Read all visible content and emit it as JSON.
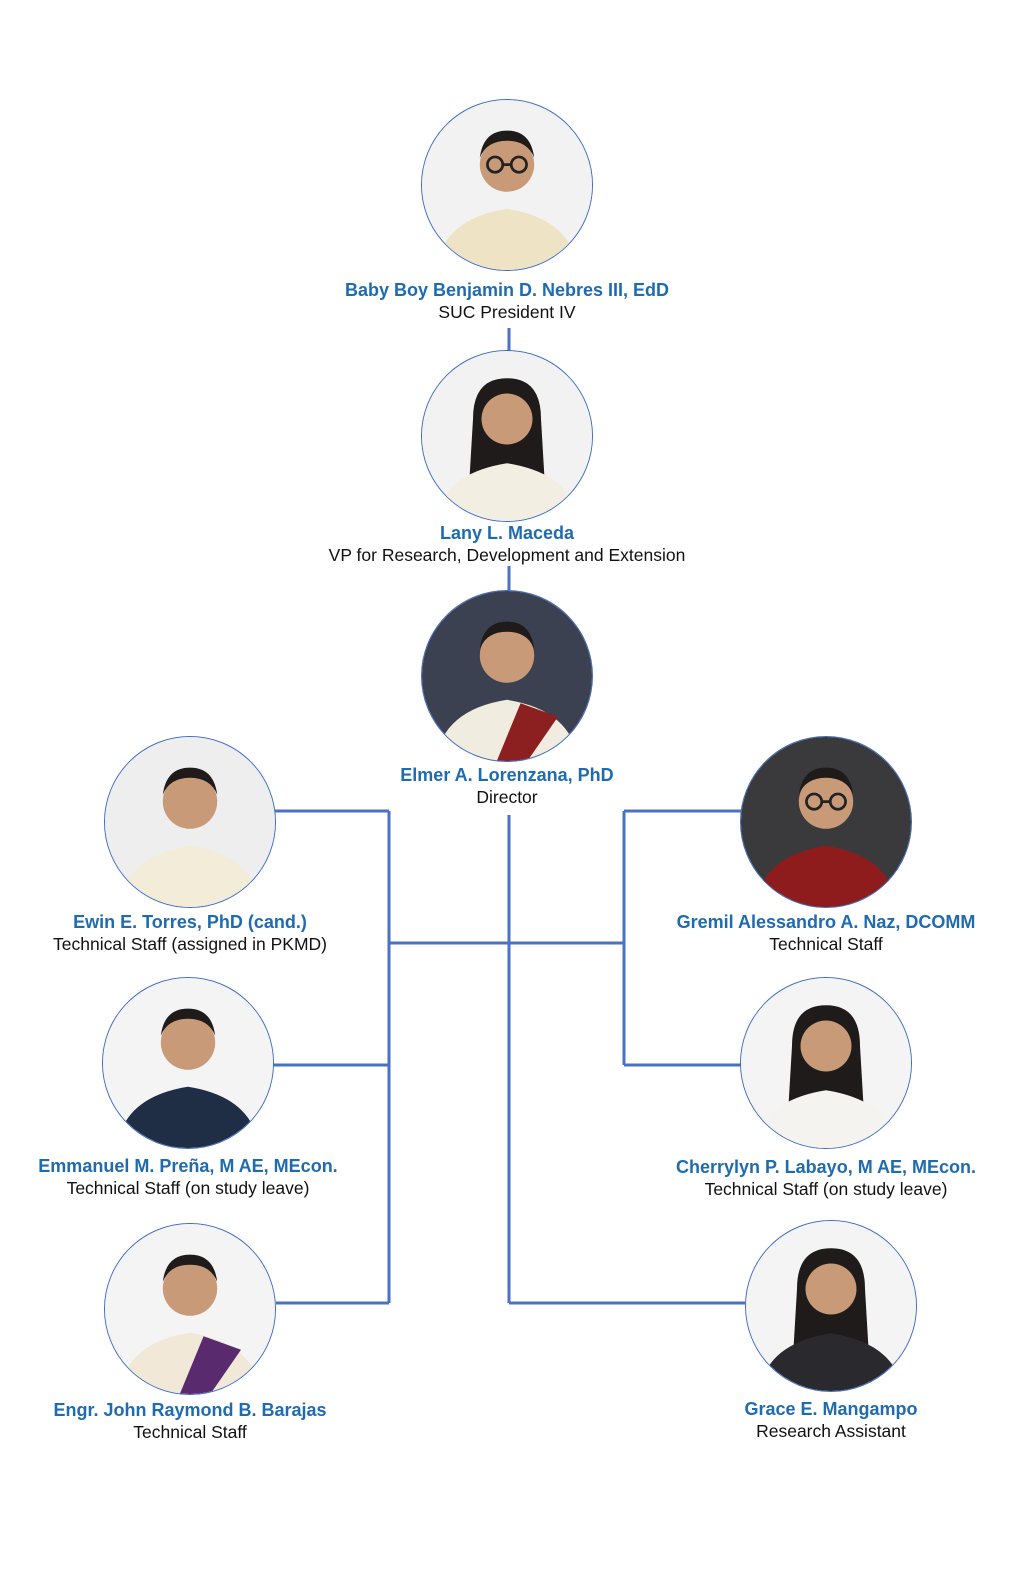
{
  "colors": {
    "name_text": "#1f6bb0",
    "connector": "#4a72c4",
    "photo_border": "#3d6bc4"
  },
  "people": [
    {
      "id": "president",
      "name": "Baby Boy Benjamin D. Nebres III, EdD",
      "title": "SUC President IV",
      "photo_icon": "portrait-man-glasses",
      "shirt": "#efe3c6",
      "backdrop": "#f2f2f2"
    },
    {
      "id": "vp",
      "name": "Lany L. Maceda",
      "title": "VP for Research, Development and Extension",
      "photo_icon": "portrait-woman",
      "shirt": "#f3eee2",
      "backdrop": "#f2f2f2"
    },
    {
      "id": "director",
      "name": "Elmer A. Lorenzana, PhD",
      "title": "Director",
      "photo_icon": "portrait-man-sash",
      "shirt": "#f1ece0",
      "backdrop": "#3b4150"
    },
    {
      "id": "torres",
      "name": "Ewin E. Torres, PhD (cand.)",
      "title": "Technical Staff (assigned in PKMD)",
      "photo_icon": "portrait-man",
      "shirt": "#f3ecd8",
      "backdrop": "#eeeeee"
    },
    {
      "id": "prena",
      "name": "Emmanuel M. Preña, M AE, MEcon.",
      "title": "Technical Staff (on study leave)",
      "photo_icon": "portrait-man",
      "shirt": "#1f2e44",
      "backdrop": "#f4f4f4"
    },
    {
      "id": "barajas",
      "name": "Engr. John Raymond B. Barajas",
      "title": "Technical Staff",
      "photo_icon": "portrait-man-sash",
      "shirt": "#f1e8d8",
      "backdrop": "#f4f4f4"
    },
    {
      "id": "naz",
      "name": "Gremil Alessandro A. Naz, DCOMM",
      "title": "Technical Staff",
      "photo_icon": "portrait-man-glasses",
      "shirt": "#8e1c1c",
      "backdrop": "#3a3a3c"
    },
    {
      "id": "labayo",
      "name": "Cherrylyn P. Labayo, M AE, MEcon.",
      "title": "Technical Staff (on study leave)",
      "photo_icon": "portrait-woman",
      "shirt": "#f5f3ef",
      "backdrop": "#f4f4f4"
    },
    {
      "id": "mangampo",
      "name": "Grace E. Mangampo",
      "title": "Research Assistant",
      "photo_icon": "portrait-woman",
      "shirt": "#2a2a2e",
      "backdrop": "#f4f4f4"
    }
  ]
}
